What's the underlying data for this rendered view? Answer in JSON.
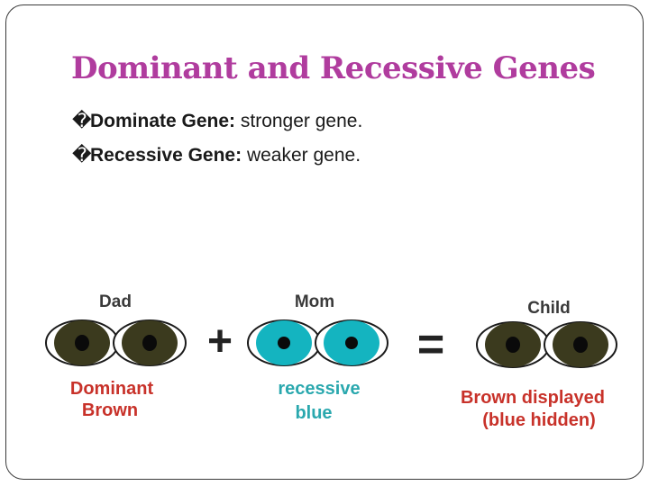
{
  "slide": {
    "title": "Dominant and Recessive Genes",
    "bullets": [
      {
        "glyph": "�",
        "term": "Dominate Gene:",
        "text": " stronger gene."
      },
      {
        "glyph": "�",
        "term": "Recessive Gene:",
        "text": " weaker gene."
      }
    ]
  },
  "figure": {
    "dad_label": "Dad",
    "mom_label": "Mom",
    "child_label": "Child",
    "plus_sign": "+",
    "equals_sign": "=",
    "dad_caption_line1": "Dominant",
    "dad_caption_line2": "Brown",
    "mom_caption_line1": "recessive",
    "mom_caption_line2": "blue",
    "child_caption_line1": "Brown displayed",
    "child_caption_line2": "(blue hidden)"
  },
  "colors": {
    "title": "#b03c9e",
    "brown_eye": "#3b3a1e",
    "blue_eye": "#14b4c0",
    "caption_red": "#c8322a",
    "caption_teal": "#2aa8ae",
    "label_gray": "#3a3a3a"
  }
}
